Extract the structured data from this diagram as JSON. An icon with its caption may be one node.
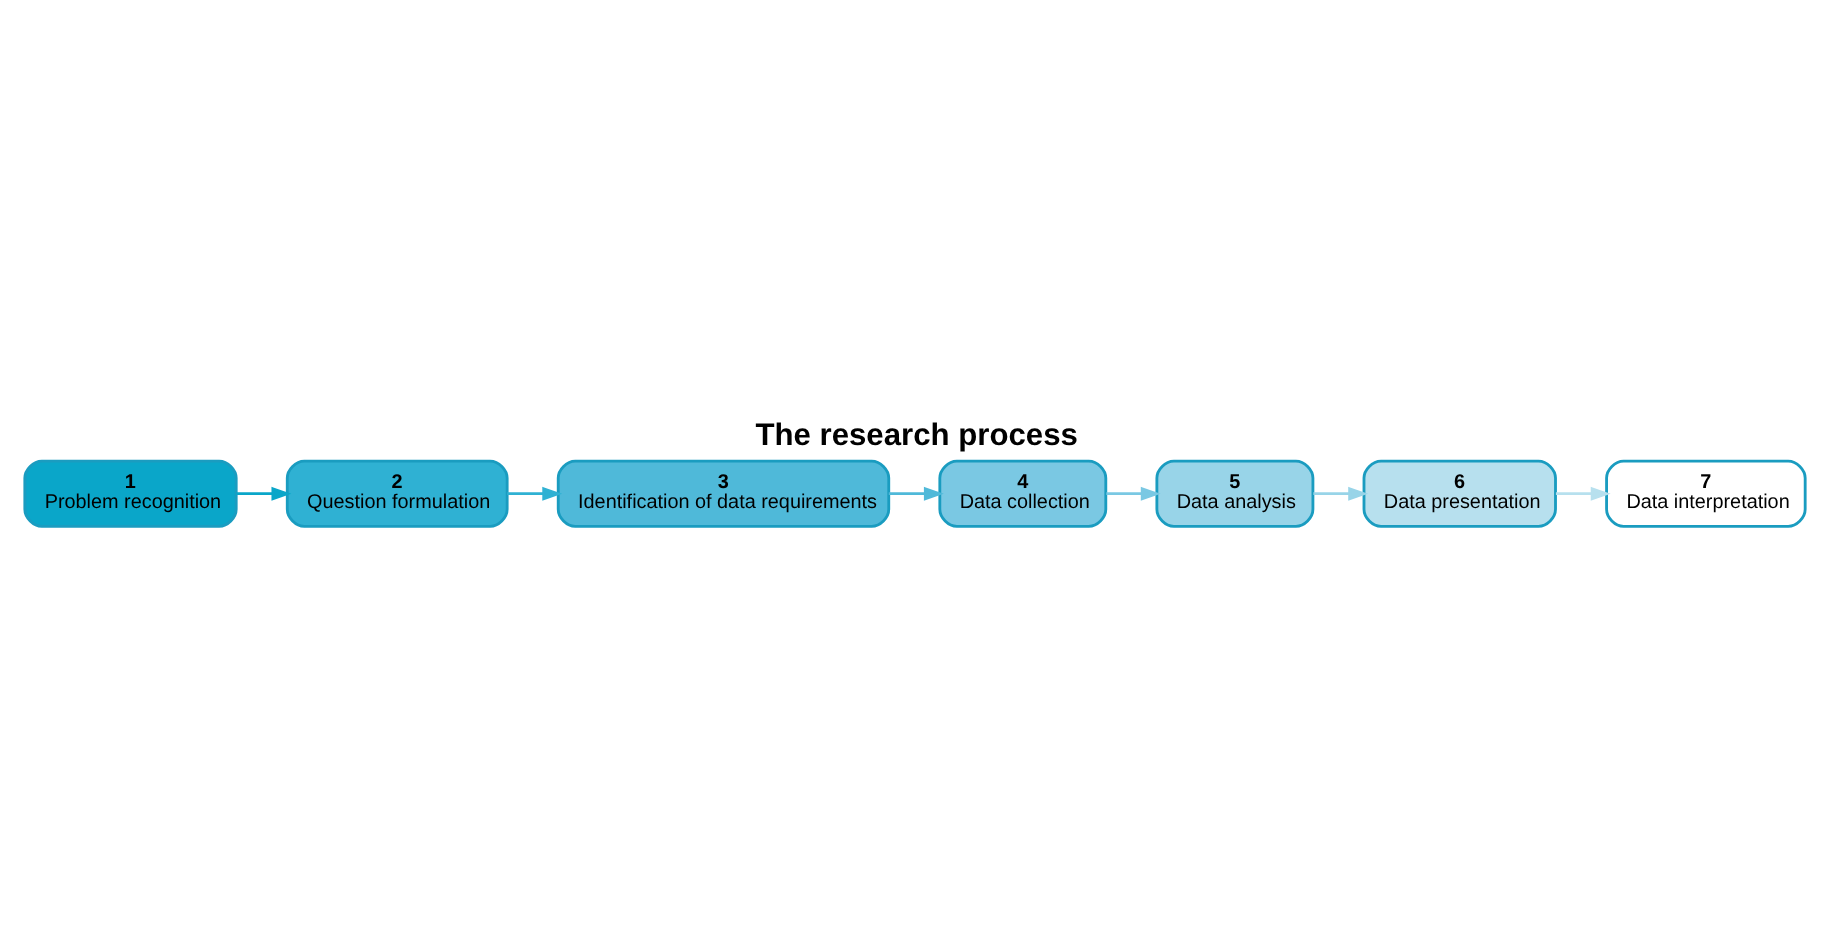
{
  "diagram": {
    "title": "The research process",
    "nodes": [
      {
        "text": [
          "1",
          "Problem recognition"
        ]
      },
      {
        "text": [
          "2",
          "Question formulation"
        ]
      },
      {
        "text": [
          "3",
          "Identification of data requirements"
        ]
      },
      {
        "text": [
          "4",
          "Data collection"
        ]
      },
      {
        "text": [
          "5",
          "Data analysis"
        ]
      },
      {
        "text": [
          "6",
          "Data presentation"
        ]
      },
      {
        "text": [
          "7",
          "Data interpretation"
        ]
      }
    ],
    "edges": [
      {
        "from": 0,
        "to": 1,
        "arrow": "to",
        "color": "#0aa6c9"
      },
      {
        "from": 1,
        "to": 2,
        "arrow": "to",
        "color": "#2fb1d3"
      },
      {
        "from": 2,
        "to": 3,
        "arrow": "to",
        "color": "#4fb9d9"
      },
      {
        "from": 3,
        "to": 4,
        "arrow": "to",
        "color": "#7ac8e3"
      },
      {
        "from": 4,
        "to": 5,
        "arrow": "to",
        "color": "#98d4e8"
      },
      {
        "from": 5,
        "to": 6,
        "arrow": "to",
        "color": "#b7e0ee"
      }
    ]
  }
}
